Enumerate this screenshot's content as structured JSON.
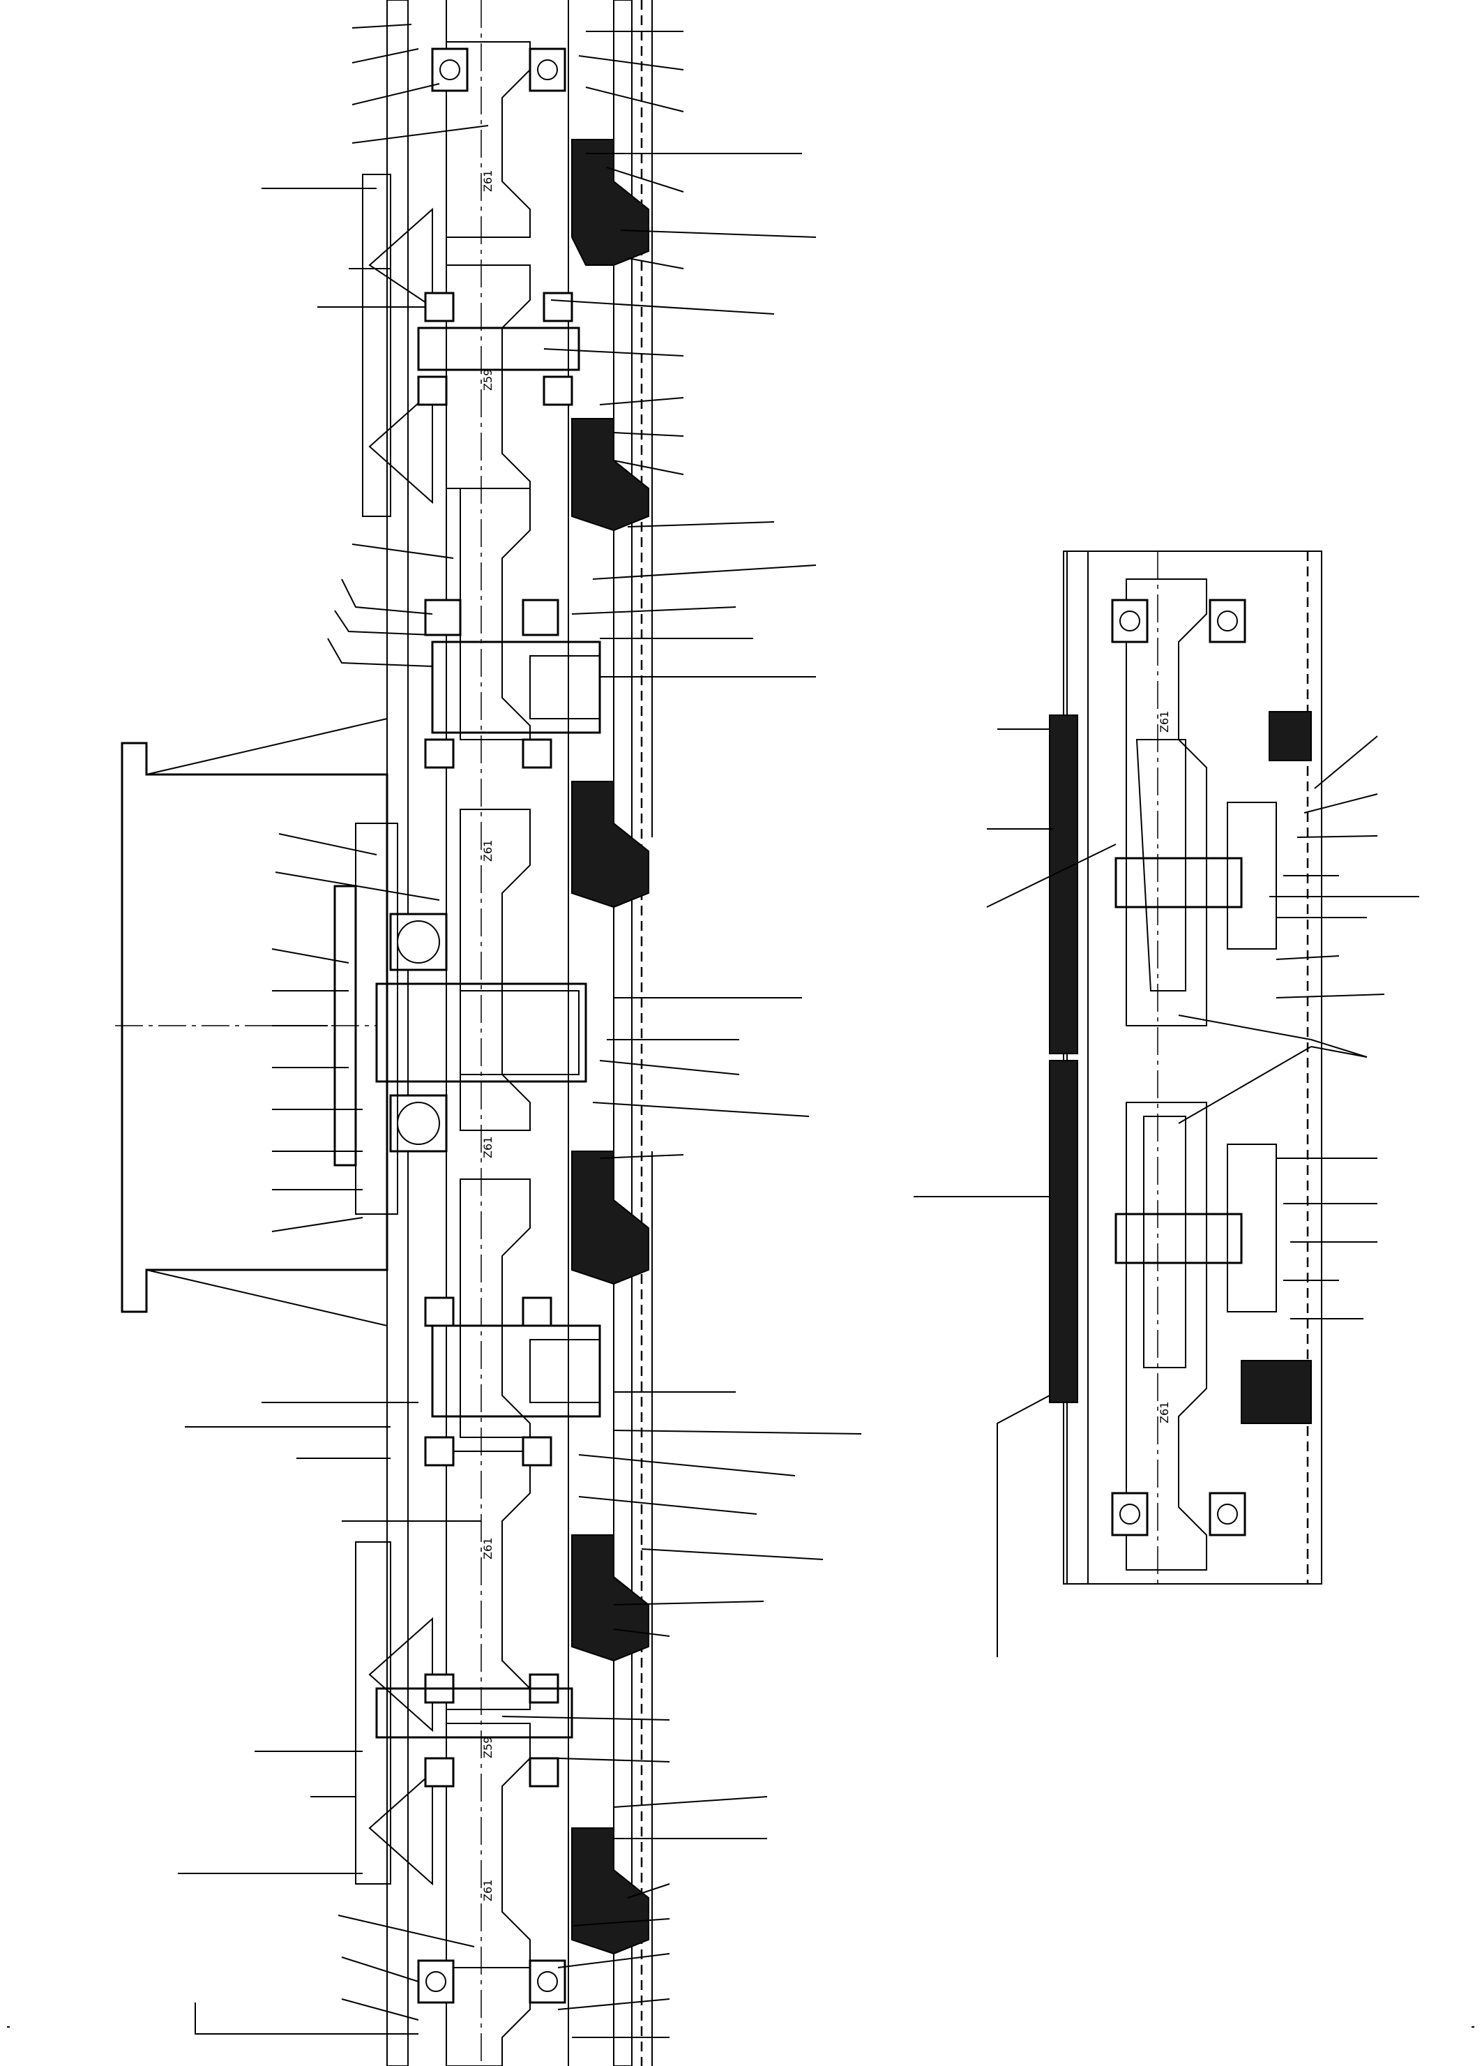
{
  "drawing": {
    "gear_marks": [
      "Z61",
      "Z59",
      "Z61",
      "Z61",
      "Z61",
      "Z59",
      "Z61",
      "Z61",
      "Z61"
    ]
  }
}
